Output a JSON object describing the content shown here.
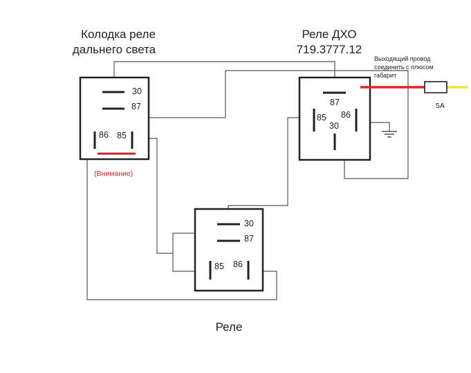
{
  "titles": {
    "left_block_line1": "Колодка реле",
    "left_block_line2": "дальнего света",
    "drl_relay_line1": "Реле ДХО",
    "drl_relay_line2": "719.3777.12",
    "bottom_relay": "Реле"
  },
  "left_block": {
    "pins": {
      "p30": "30",
      "p87": "87",
      "p86": "86",
      "p85": "85"
    },
    "warning": "(Внимание)"
  },
  "drl_relay": {
    "pins": {
      "p87": "87",
      "p86": "86",
      "p85": "85",
      "p30": "30"
    }
  },
  "bottom_relay": {
    "pins": {
      "p30": "30",
      "p87": "87",
      "p85": "85",
      "p86": "86"
    }
  },
  "annotation": {
    "line1": "Выходящий провод",
    "line2": "соединить с плюсом",
    "line3": "габарит"
  },
  "fuse": {
    "rating": "5A"
  },
  "colors": {
    "wire": "#555555",
    "box": "#222222",
    "plus_wire": "#e8232b",
    "supply_wire": "#f2e62c",
    "warning": "#c0262b"
  }
}
